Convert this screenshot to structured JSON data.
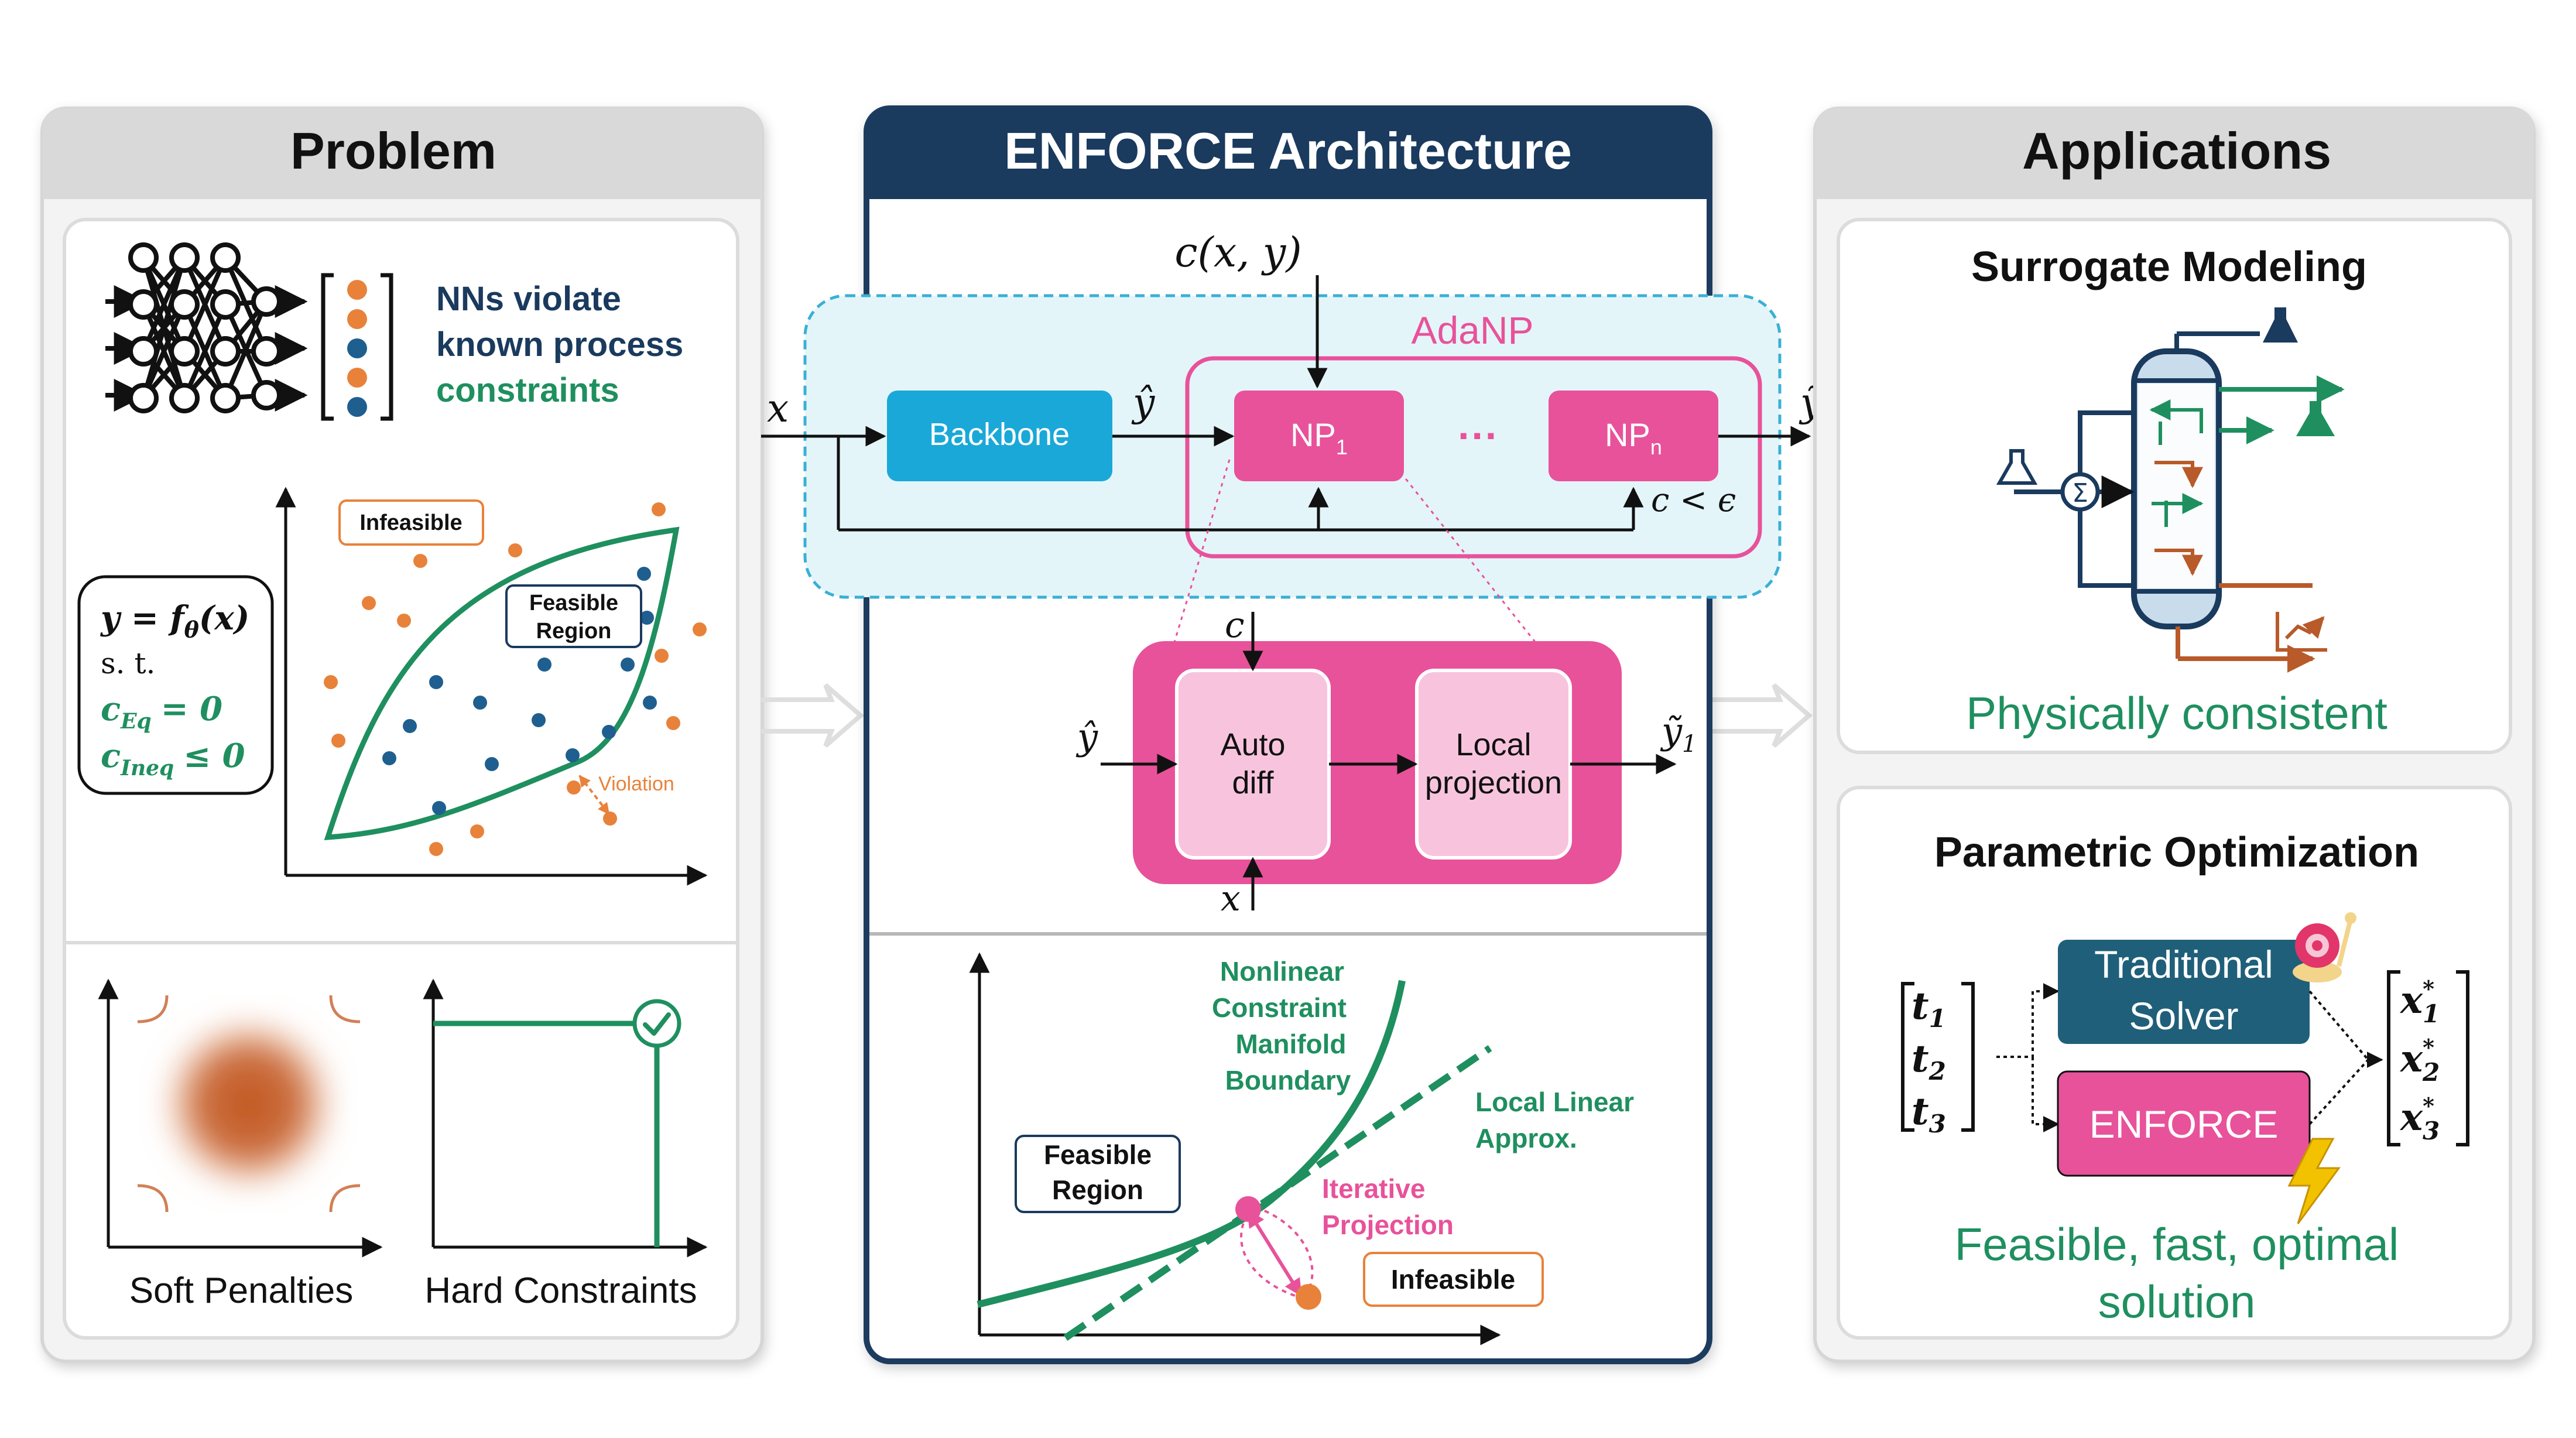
{
  "panels": {
    "problem": {
      "title": "Problem",
      "nn_text": [
        "NNs violate",
        "known process",
        "constraints"
      ],
      "formula": {
        "line1": "y = f",
        "line1_sub": "θ",
        "line1_end": "(x)",
        "line2": "s. t.",
        "line3": "c",
        "line3_sub": "Eq",
        "line3_end": "= 0",
        "line4": "c",
        "line4_sub": "Ineq",
        "line4_end": "≤ 0"
      },
      "infeasible_label": "Infeasible",
      "feasible_label": [
        "Feasible",
        "Region"
      ],
      "violation_label": "Violation",
      "soft_label": "Soft Penalties",
      "hard_label": "Hard Constraints"
    },
    "architecture": {
      "title": "ENFORCE Architecture",
      "c_xy": "c(x, y)",
      "adanp_label": "AdaNP",
      "x_in": "x",
      "backbone": "Backbone",
      "yhat": "ŷ",
      "np1": "NP",
      "np1_sub": "1",
      "dots": "···",
      "npn": "NP",
      "npn_sub": "n",
      "ytilde": "ỹ",
      "stop_cond": "c < ϵ",
      "detail_c": "c",
      "detail_yhat": "ŷ",
      "detail_x": "x",
      "autodiff": [
        "Auto",
        "diff"
      ],
      "local_proj": [
        "Local",
        "projection"
      ],
      "detail_out": "ỹ",
      "detail_out_sub": "1",
      "manifold_label": [
        "Nonlinear",
        "Constraint",
        "Manifold",
        "Boundary"
      ],
      "linear_label": [
        "Local Linear",
        "Approx."
      ],
      "feasible_label": [
        "Feasible",
        "Region"
      ],
      "iter_label": [
        "Iterative",
        "Projection"
      ],
      "infeasible_label": "Infeasible"
    },
    "applications": {
      "title": "Applications",
      "surrogate_title": "Surrogate Modeling",
      "surrogate_caption": "Physically consistent",
      "param_title": "Parametric Optimization",
      "t_vector": [
        "t",
        "t",
        "t"
      ],
      "t_subs": [
        "1",
        "2",
        "3"
      ],
      "traditional": [
        "Traditional",
        "Solver"
      ],
      "enforce": "ENFORCE",
      "x_vector": [
        "x",
        "x",
        "x"
      ],
      "x_subs": [
        "1",
        "2",
        "3"
      ],
      "param_caption": [
        "Feasible, fast, optimal",
        "solution"
      ]
    }
  },
  "colors": {
    "green": "#1f8f5f",
    "navy": "#1a3a5e",
    "pink": "#e8529a",
    "pink_light": "#f8c4dd",
    "cyan": "#1aa8d8",
    "orange": "#e8823a",
    "blue_dot": "#1f5f8f",
    "teal_box": "#1f5f7a"
  },
  "icons": [
    "neural-network-icon",
    "flask-icon",
    "distillation-column-icon",
    "chart-icon",
    "summation-icon",
    "snail-icon",
    "lightning-icon",
    "checkmark-icon"
  ]
}
